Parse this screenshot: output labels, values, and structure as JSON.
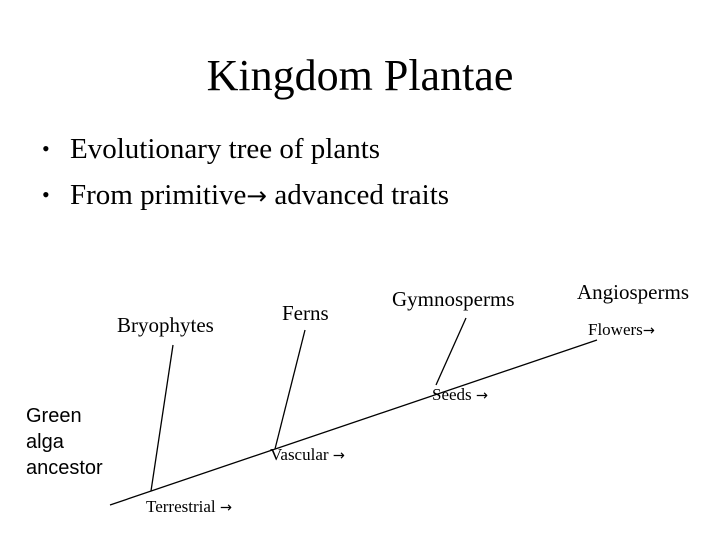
{
  "slide": {
    "title": "Kingdom Plantae",
    "bullets": [
      {
        "text": "Evolutionary tree of plants"
      },
      {
        "text": "From primitive",
        "arrow": "→",
        "text_after": " advanced traits"
      }
    ]
  },
  "tree": {
    "groups": [
      "Bryophytes",
      "Ferns",
      "Gymnosperms",
      "Angiosperms"
    ],
    "traits": [
      "Terrestrial",
      "Vascular",
      "Seeds",
      "Flowers"
    ],
    "arrow": "→",
    "ancestor_lines": [
      "Green",
      "alga",
      "ancestor"
    ]
  }
}
